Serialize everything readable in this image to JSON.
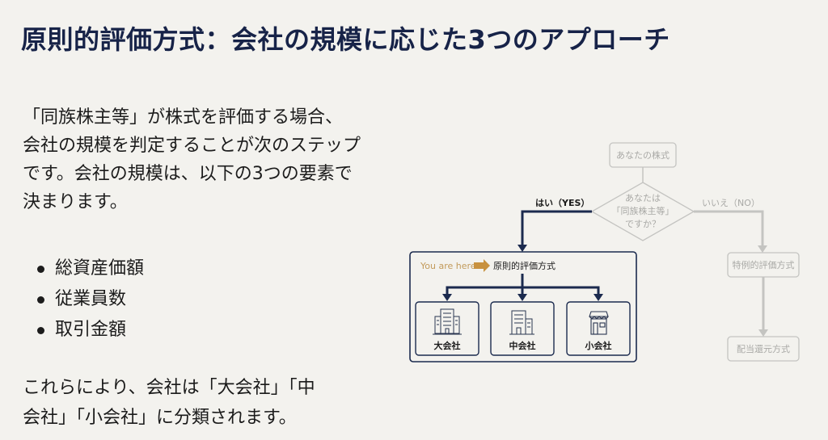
{
  "slide": {
    "title": "原則的評価方式：会社の規模に応じた3つのアプローチ",
    "intro_lines": [
      "「同族株主等」が株式を評価する場合、",
      "会社の規模を判定することが次のステップ",
      "です。会社の規模は、以下の3つの要素で",
      "決まります。"
    ],
    "factors": [
      "総資産価額",
      "従業員数",
      "取引金額"
    ],
    "outro_lines": [
      "これらにより、会社は「大会社」「中",
      "会社」「小会社」に分類されます。"
    ]
  },
  "flowchart": {
    "start_node": "あなたの株式",
    "decision_lines": [
      "あなたは",
      "「同族株主等」",
      "ですか？"
    ],
    "yes_label": "はい（YES）",
    "no_label": "いいえ（NO）",
    "you_are_here": "You are here",
    "principle_method": "原則的評価方式",
    "company_sizes": [
      {
        "label": "大会社",
        "icon": "large-building-icon"
      },
      {
        "label": "中会社",
        "icon": "medium-building-icon"
      },
      {
        "label": "小会社",
        "icon": "shop-icon"
      }
    ],
    "special_method": "特例的評価方式",
    "dividend_method": "配当還元方式"
  },
  "colors": {
    "title": "#172348",
    "navy": "#1b2a4e",
    "gray": "#c4c4c1",
    "gray_text": "#a9a9a6",
    "orange": "#c8913e",
    "background": "#f3f2ee"
  }
}
